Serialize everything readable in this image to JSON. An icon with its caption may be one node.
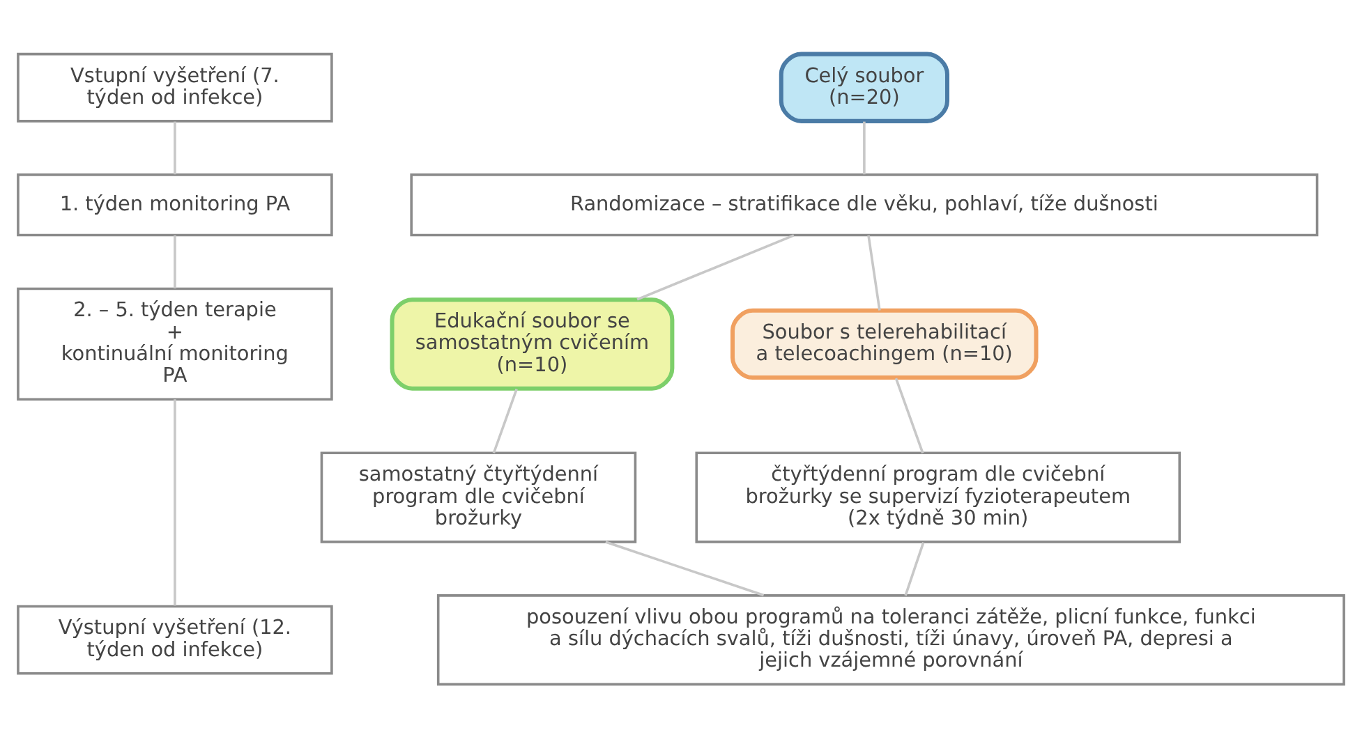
{
  "diagram": {
    "nodes": [
      {
        "text": [
          "Vstupní vyšetření (7. týden od infekce)"
        ]
      },
      {
        "text": [
          "Celý soubor (n=20)"
        ]
      },
      {
        "text": [
          "Randomizace – stratifikace dle věku, pohlaví, tíže dušnosti"
        ]
      },
      {
        "text": [
          "1. týden monitoring PA"
        ]
      },
      {
        "text": [
          "Edukační soubor se samostatným cvičením (n=10)"
        ]
      },
      {
        "text": [
          "Soubor s telerehabilitací a telecoachingem (n=10)"
        ]
      },
      {
        "text": [
          "2. – 5. týden terapie",
          "+",
          "kontinuální monitoring PA"
        ]
      },
      {
        "text": [
          "samostatný čtyřtýdenní program dle cvičební brožurky"
        ]
      },
      {
        "text": [
          "čtyřtýdenní program dle cvičební brožurky se supervizí fyzioterapeutem (2x týdně 30 min)"
        ]
      },
      {
        "text": [
          "Výstupní vyšetření (12. týden od infekce)"
        ]
      },
      {
        "text": [
          "posouzení vlivu obou programů na toleranci zátěže, plicní funkce, funkci a sílu dýchacích svalů, tíži dušnosti, tíži únavy, úroveň PA, depresi a jejich vzájemné porovnání"
        ]
      }
    ],
    "edges": [
      {
        "from": 0,
        "to": 3,
        "arrow": "none"
      },
      {
        "from": 3,
        "to": 6,
        "arrow": "none"
      },
      {
        "from": 6,
        "to": 9,
        "arrow": "none"
      },
      {
        "from": 1,
        "to": 2,
        "arrow": "none"
      },
      {
        "from": 2,
        "to": 4,
        "arrow": "none"
      },
      {
        "from": 2,
        "to": 5,
        "arrow": "none"
      },
      {
        "from": 4,
        "to": 7,
        "arrow": "none"
      },
      {
        "from": 5,
        "to": 8,
        "arrow": "none"
      },
      {
        "from": 7,
        "to": 10,
        "arrow": "none"
      },
      {
        "from": 8,
        "to": 10,
        "arrow": "none"
      }
    ]
  }
}
